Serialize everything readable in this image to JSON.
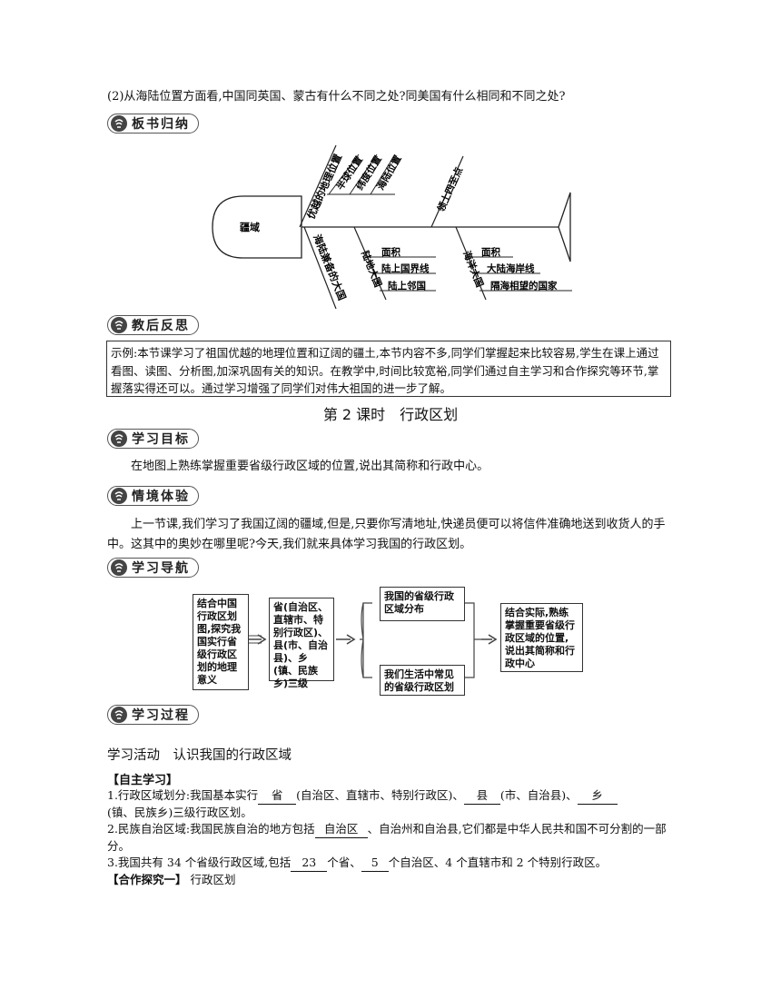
{
  "question": "(2)从海陆位置方面看,中国同英国、蒙古有什么不同之处?同美国有什么相同和不同之处?",
  "sections": {
    "board": "板书归纳",
    "reflection": "教后反思",
    "goal": "学习目标",
    "situation": "情境体验",
    "guide": "学习导航",
    "process": "学习过程"
  },
  "fishbone": {
    "head": "疆域",
    "top_branch_1": "优越的地理位置",
    "top_sub_1": "半球位置",
    "top_sub_2": "纬度位置",
    "top_sub_3": "海陆位置",
    "top_branch_2": "领土四至点",
    "bottom_branch_1": "海陆兼备的大国",
    "bottom_mid_label": "陆地大国",
    "land_1": "面积",
    "land_2": "陆上国界线",
    "land_3": "陆上邻国",
    "bottom_right_label": "海洋大国",
    "sea_1": "面积",
    "sea_2": "大陆海岸线",
    "sea_3": "隔海相望的国家"
  },
  "reflection_text": "示例:本节课学习了祖国优越的地理位置和辽阔的疆土,本节内容不多,同学们掌握起来比较容易,学生在课上通过看图、读图、分析图,加深巩固有关的知识。在教学中,时间比较宽裕,同学们通过自主学习和合作探究等环节,掌握落实得还可以。通过学习增强了同学们对伟大祖国的进一步了解。",
  "lesson_title": "第 2 课时　行政区划",
  "goal_text": "在地图上熟练掌握重要省级行政区域的位置,说出其简称和行政中心。",
  "situation_text": "上一节课,我们学习了我国辽阔的疆域,但是,只要你写清地址,快递员便可以将信件准确地送到收货人的手中。这其中的奥妙在哪里呢?今天,我们就来具体学习我国的行政区划。",
  "flow": {
    "box1": "结合中国行政区划图,探究我国实行省级行政区划的地理意义",
    "box2": "省(自治区、直辖市、特别行政区)、县(市、自治县)、乡(镇、民族乡)三级",
    "box3": "我国的省级行政区域分布",
    "box4": "我们生活中常见的省级行政区划",
    "box5": "结合实际,熟练掌握重要省级行政区域的位置,说出其简称和行政中心"
  },
  "activity_title": "学习活动　认识我国的行政区域",
  "self_study": "【自主学习】",
  "item1": {
    "prefix": "1.行政区域划分:我国基本实行",
    "b1": "省",
    "mid1": "(自治区、直辖市、特别行政区)、",
    "b2": "县",
    "mid2": "(市、自治县)、",
    "b3": "乡",
    "suffix": "(镇、民族乡)三级行政区划。"
  },
  "item2": {
    "prefix": "2.民族自治区域:我国民族自治的地方包括",
    "b1": "自治区",
    "suffix": "、自治州和自治县,它们都是中华人民共和国不可分割的一部分。"
  },
  "item3": {
    "prefix": "3.我国共有 34 个省级行政区域,包括",
    "b1": "23",
    "mid1": "个省、",
    "b2": "5",
    "suffix": "个自治区、4 个直辖市和 2 个特别行政区。"
  },
  "coop": {
    "label": "【合作探究一】",
    "text": "行政区划"
  }
}
